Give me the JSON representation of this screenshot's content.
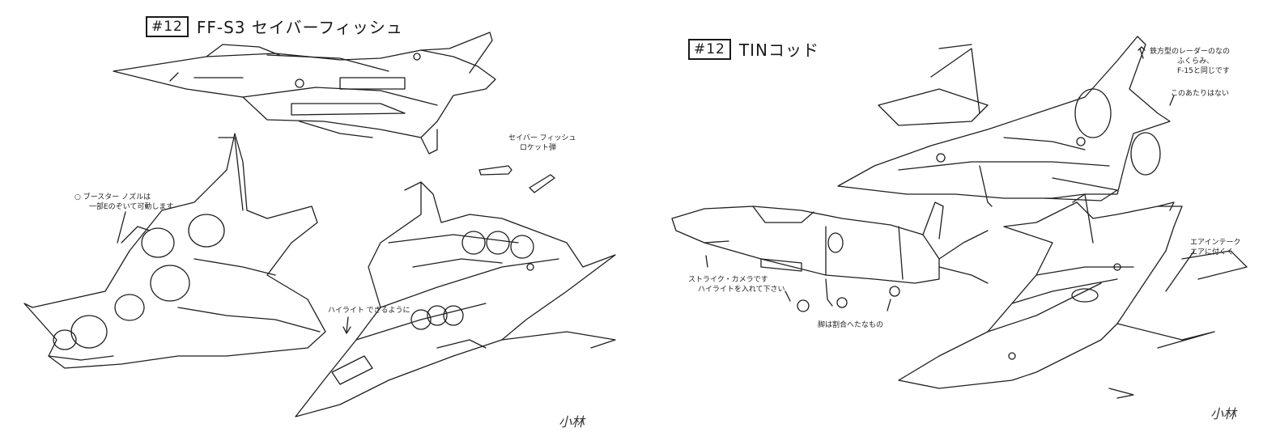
{
  "left_sheet": {
    "title_number": "#12",
    "title_text": "FF-S3 セイバーフィッシュ",
    "note_booster_1": "○ ブースター ノズルは",
    "note_booster_2": "一部Eのぞいて可動します",
    "note_rocket_1": "セイバー フィッシュ",
    "note_rocket_2": "ロケット弾",
    "note_hilight": "ハイライト できるように",
    "signature": "小林"
  },
  "right_sheet": {
    "title_number": "#12",
    "title_text": "TINコッド",
    "note_radar_1": "鉄方型のレーダーのなの",
    "note_radar_2": "ふくらみ、",
    "note_radar_3": "F-15と同じです",
    "note_notop": "このあたりはない",
    "note_camera_1": "ストライク・カメラです",
    "note_camera_2": "ハイライトを入れて下さい",
    "note_gear": "脚は割合へたなもの",
    "note_exhaust_1": "エアインテーク",
    "note_exhaust_2": "エアに付くく",
    "signature": "小林"
  }
}
